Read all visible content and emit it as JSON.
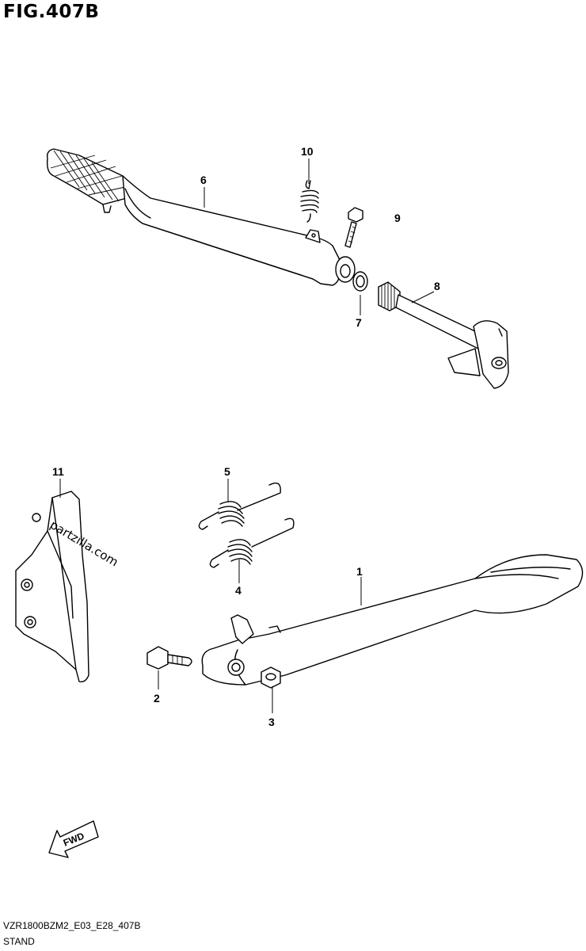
{
  "figure": {
    "title": "FIG.407B",
    "model_code": "VZR1800BZM2_E03_E28_407B",
    "section_name": "STAND",
    "watermark": "partzilla.com",
    "fwd_label": "FWD"
  },
  "callouts": [
    "1",
    "2",
    "3",
    "4",
    "5",
    "6",
    "7",
    "8",
    "9",
    "10",
    "11"
  ],
  "icons": {
    "fwd": "fwd-arrow-icon"
  }
}
